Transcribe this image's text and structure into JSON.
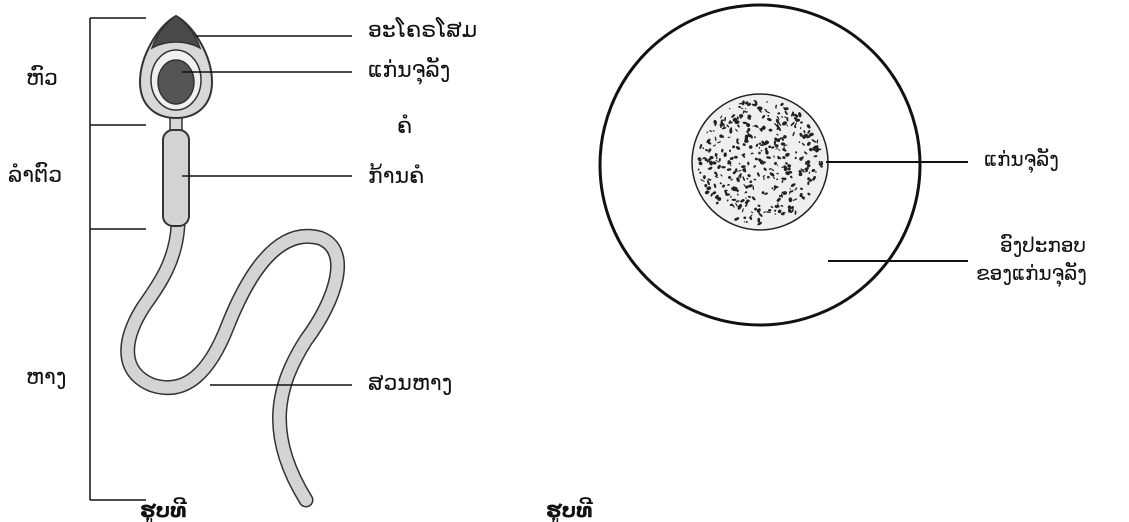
{
  "sperm": {
    "bracket_labels": {
      "head": "ຫົວ",
      "midpiece": "ລຳຕົວ",
      "tail": "ຫາງ"
    },
    "part_labels": {
      "acrosome": "ອະໂຄຣໂສມ",
      "nucleus": "ແກ່ນຈຸລັງ",
      "neck": "ຄໍ",
      "stalk": "ກ້ານຄໍ",
      "tail_piece": "ສວນຫາງ"
    }
  },
  "egg": {
    "labels": {
      "nucleus": "ແກ່ນຈຸລັງ",
      "component_line1": "ອົງປະກອບ",
      "component_line2": "ຂອງແກ່ນຈຸລັງ"
    }
  },
  "captions": {
    "left": "ຮູບທີ",
    "right": "ຮູບທີ"
  },
  "colors": {
    "line": "#111111",
    "acrosome": "#4a4a4a",
    "head_fill": "#d8d8d8",
    "nucleus_fill": "#555555",
    "body_fill": "#d4d4d4"
  }
}
